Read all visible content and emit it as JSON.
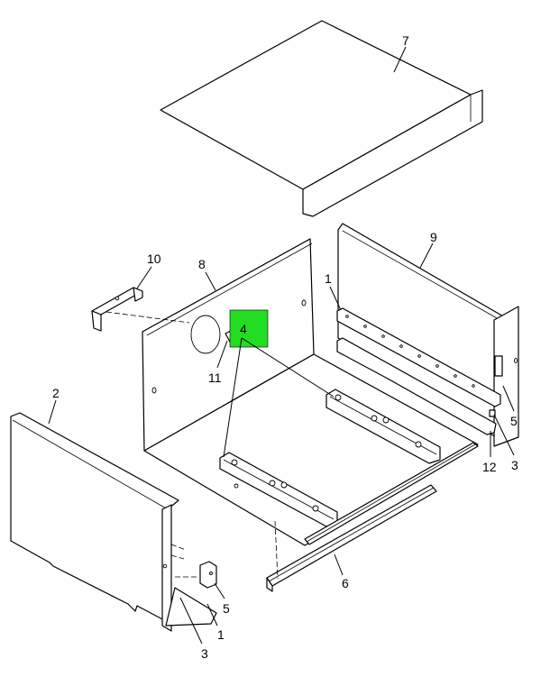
{
  "highlight_color": "#22dd22",
  "callouts": {
    "c7": "7",
    "c9": "9",
    "c10": "10",
    "c8": "8",
    "c1_top": "1",
    "c4": "4",
    "c11": "11",
    "c2": "2",
    "c5_right": "5",
    "c12": "12",
    "c3_right": "3",
    "c6": "6",
    "c5_bottom": "5",
    "c1_bottom": "1",
    "c3_bottom": "3"
  }
}
